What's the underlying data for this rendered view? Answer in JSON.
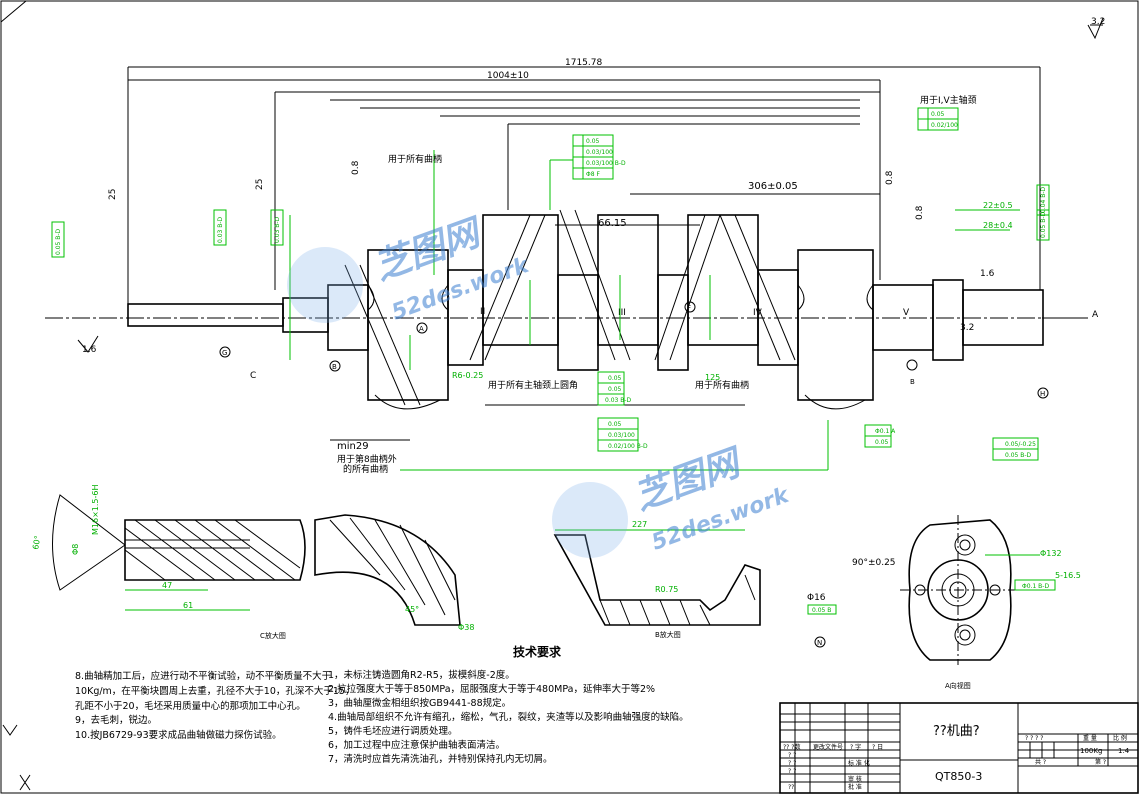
{
  "dims": {
    "overall": "1715.78",
    "main": "1004±10",
    "pitch": "306±0.05",
    "d1": "66.15",
    "d2": "22±0.5",
    "d3": "28±0.4",
    "min": "min29",
    "r8": "R6-0.25",
    "r125": "125",
    "v16": "1.6",
    "v32": "3.2"
  },
  "roughness": {
    "top_right": "3.2",
    "r08": "0.8",
    "r16": "1.6",
    "r25": "25"
  },
  "labels": {
    "all_cranks": "用于所有曲柄",
    "main_journal_note": "用于所有主轴颈上圆角",
    "all_cranks2": "用于所有曲柄",
    "first_cranks_l1": "用于第8曲柄外",
    "first_cranks_l2": "的所有曲柄",
    "journal_iv": "用于I,V主轴颈",
    "roman_ii": "II",
    "roman_iii": "III",
    "roman_iv": "IV",
    "roman_v": "V",
    "datum_a": "A",
    "datum_b": "B",
    "datum_c": "C",
    "datum_f": "F",
    "datum_g": "G",
    "datum_h": "H",
    "datum_n": "N"
  },
  "sections": {
    "c": "C放大图",
    "b": "B放大图",
    "a": "A向视图",
    "c_dim1": "47",
    "c_dim2": "61",
    "c_angle": "60°",
    "c_thread": "M16×1.5-6H",
    "c_d": "Φ8",
    "c_45": "45°",
    "c_r": "Φ38",
    "b_dim": "227",
    "b_r": "R0.75",
    "a_angle": "90°±0.25",
    "a_d1": "Φ16",
    "a_d2": "Φ132",
    "a_d3": "5-16.5"
  },
  "tech": {
    "title": "技术要求",
    "left": [
      "8.曲轴精加工后，应进行动不平衡试验，动不平衡质量不大于",
      "10Kg/m，在平衡块圆周上去重，孔径不大于10，孔深不大于15，",
      "孔距不小于20，毛坯采用质量中心的那项加工中心孔。",
      "9，去毛刺，锐边。",
      "10.按JB6729-93要求成品曲轴做磁力探伤试验。"
    ],
    "right": [
      "1，未标注铸造圆角R2-R5，拔模斜度-2度。",
      "2.抗拉强度大于等于850MPa，屈服强度大于等于480MPa，延伸率大于等2%",
      "3，曲轴厘微金相组织按GB9441-88规定。",
      "4.曲轴局部组织不允许有缩孔，缩松，气孔，裂纹，夹渣等以及影响曲轴强度的缺陷。",
      "5，铸件毛坯应进行调质处理。",
      "6，加工过程中应注意保护曲轴表面清洁。",
      "7，清洗时应首先清洗油孔，并特别保持孔内无切屑。"
    ]
  },
  "titleblock": {
    "name": "??机曲?",
    "material": "QT850-3",
    "weight": "100Kg",
    "scale": "1:4",
    "scale_label": "比 例",
    "weight_label": "重 量",
    "stage_label": "? ? ? ?",
    "rows": [
      "?? ?数",
      "? ?",
      "? ?",
      "? ?",
      "??"
    ],
    "cols": [
      "更改文件号",
      "? 字",
      "? 日"
    ],
    "approve": [
      "标 准 化",
      "审 核",
      "批 准"
    ],
    "sheet": "共 ?",
    "page": "第 ?"
  },
  "watermark": {
    "brand": "芝图网",
    "url": "52des.work"
  },
  "colors": {
    "line": "#000000",
    "tolerance": "#00b000",
    "watermark": "#3b7fd0"
  }
}
